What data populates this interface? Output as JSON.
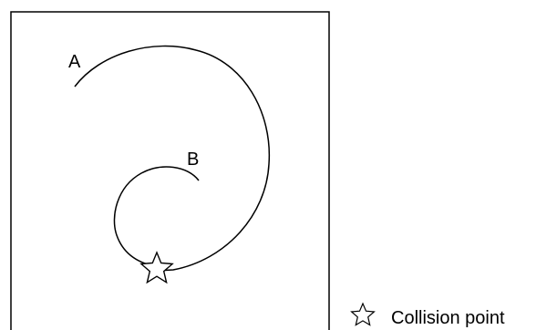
{
  "diagram": {
    "labels": {
      "a": "A",
      "b": "B"
    },
    "legend": {
      "icon": "star-icon",
      "text": "Collision point"
    },
    "colors": {
      "stroke": "#000000",
      "background": "#ffffff"
    }
  }
}
